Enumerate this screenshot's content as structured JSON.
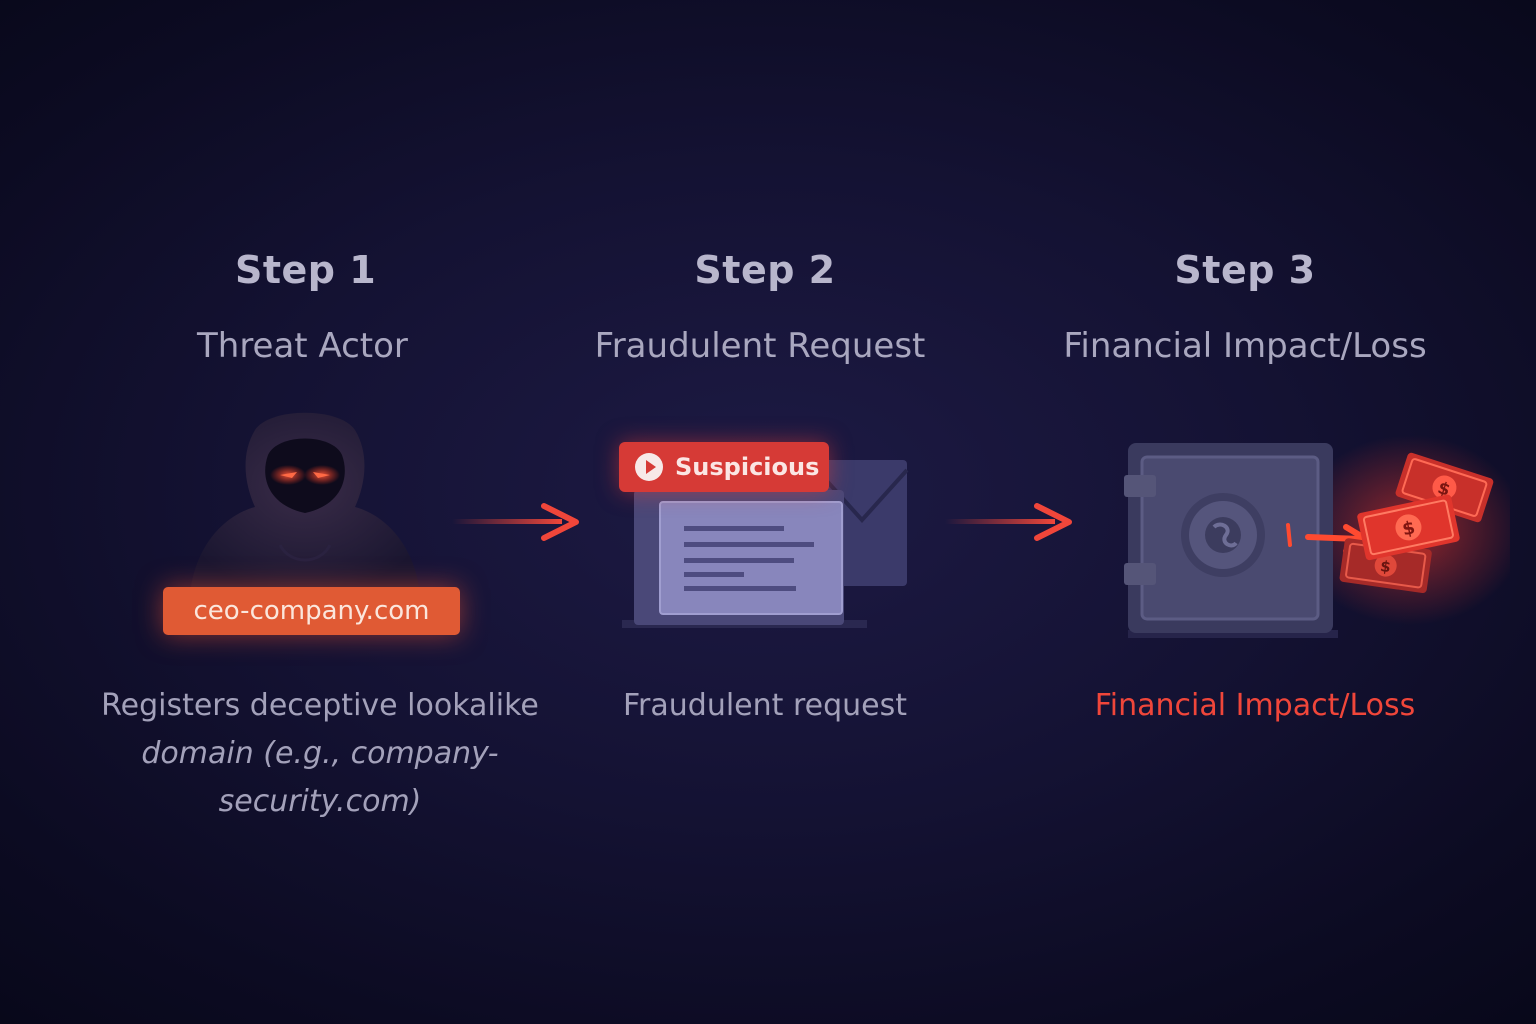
{
  "steps": [
    {
      "number": "Step 1",
      "title": "Threat Actor",
      "badge": "ceo-company.com",
      "description_line1": "Registers deceptive lookalike",
      "description_line2_italic": "domain",
      "description_line2_rest": "(e.g., company-security.com)",
      "icon": "hooded-hacker-icon"
    },
    {
      "number": "Step 2",
      "title": "Fraudulent Request",
      "badge": "Suspicious",
      "description": "Fraudulent request",
      "icon": "email-document-icon"
    },
    {
      "number": "Step 3",
      "title": "Financial Impact/Loss",
      "description": "Financial Impact/Loss",
      "icon": "safe-money-icon"
    }
  ],
  "colors": {
    "background": "#141233",
    "accent_red": "#f0463a",
    "badge_orange": "#e05a34",
    "text_muted": "#a9a7bf"
  }
}
